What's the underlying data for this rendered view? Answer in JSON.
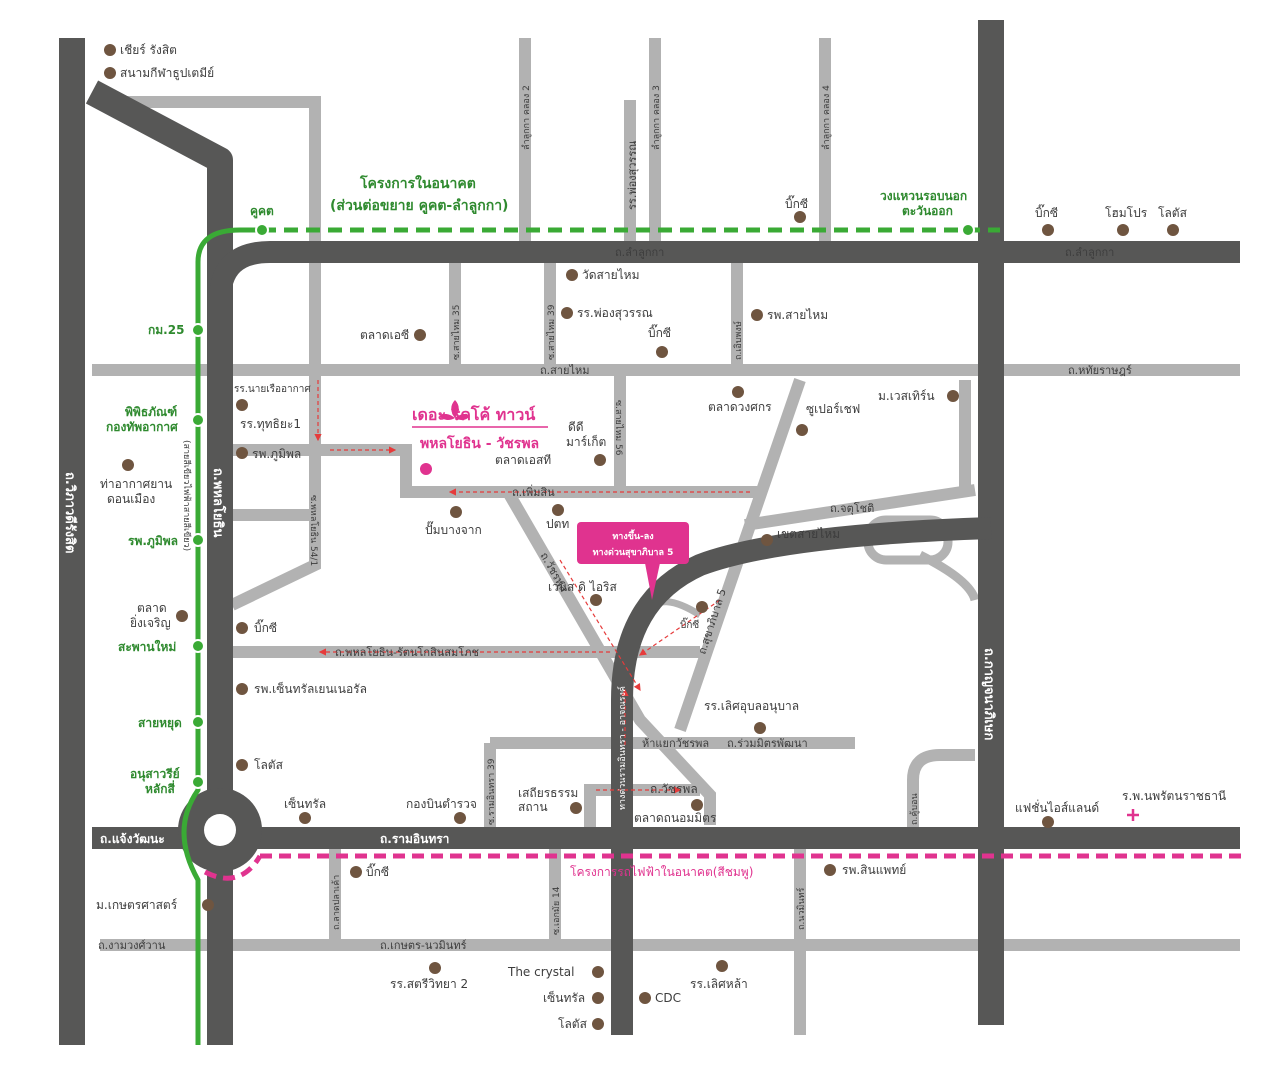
{
  "colors": {
    "highway": "#575756",
    "minor_road": "#b2b2b2",
    "bts_green": "#3aaa35",
    "pink_line": "#e0338f",
    "poi_dot": "#6f5540",
    "direction_arrow": "#e63b3b"
  },
  "project": {
    "name": "เดอะ ริคโค้ ทาวน์",
    "location": "พหลโยธิน - วัชรพล",
    "icon": "flower-logo-icon"
  },
  "green_line": {
    "future_project_title_1": "โครงการในอนาคต",
    "future_project_title_2": "(ส่วนต่อขยาย คูคต-ลำลูกกา)",
    "station_khukhot": "คูคต",
    "east_outer_ring": "วงแหวนรอบนอก\nตะวันออก",
    "east_outer_ring_1": "วงแหวนรอบนอก",
    "east_outer_ring_2": "ตะวันออก",
    "line_label": "(สายสีเขียวไฟฟ้าสายสีเขียว)",
    "stations": [
      "กม.25",
      "พิพิธภัณฑ์\nกองทัพอากาศ",
      "รพ.ภูมิพล",
      "สะพานใหม่",
      "สายหยุด",
      "อนุสาวรีย์\nหลักสี่"
    ],
    "st_km25": "กม.25",
    "st_museum_1": "พิพิธภัณฑ์",
    "st_museum_2": "กองทัพอากาศ",
    "st_bhumibol": "รพ.ภูมิพล",
    "st_saphanmai": "สะพานใหม่",
    "st_saiyud": "สายหยุด",
    "st_monument_1": "อนุสาวรีย์",
    "st_monument_2": "หลักสี่"
  },
  "pink_line": {
    "label": "โครงการรถไฟฟ้าในอนาคต(สีชมพู)"
  },
  "expressway_callout": {
    "line1": "ทางขึ้น-ลง",
    "line2": "ทางด่วนสุขาภิบาล 5"
  },
  "roads": {
    "vibhavadi": "ถ.วิภาวดีรังสิต",
    "phahonyothin": "ถ.พหลโยธิน",
    "kanchanaphisek": "ถ.กาญจนาภิเษก",
    "lamlukka_left": "ถ.ลำลูกกา",
    "lamlukka_right": "ถ.ลำลูกกา",
    "saimai": "ถ.สายไหม",
    "hathairat": "ถ.หทัยราษฎร์",
    "phermsin": "ถ.เพิ่มสิน",
    "watcharapol": "ถ.วัชรพล",
    "sukhaphiban5": "ถ.สุขาภิบาล 5",
    "phahon_ratanakosin": "ถ.พหลโยธิน-รัตนโกสินสมโภช",
    "ramintra": "ถ.รามอินทรา",
    "chaengwattana": "ถ.แจ้งวัฒนะ",
    "ngamwongwan": "ถ.งามวงศ์วาน",
    "kaset_nawamin": "ถ.เกษตร-นวมินทร์",
    "chatuchot": "ถ.จตุโชติ",
    "ruammitr": "ถ.ร่วมมิตรพัฒนา",
    "ram_arjnarong": "ทางด่วนรามอินทรา - อาจณรงค์",
    "khubon": "ถ.คู้บอน",
    "lat_pla_khao": "ถ.ลาดปลาเค้า",
    "nawamin": "ถ.นวมินทร์",
    "soi_ekamai14": "ซ.เอกมัย 14",
    "soi_ramintra39": "ซ.รามอินทรา 39",
    "soi_phahon54_1": "ซ.พหลโยธิน 54/1",
    "soi_saimai35": "ซ.สายไหม 35",
    "soi_saimai39": "ซ.สายไหม 39",
    "soi_saimai56": "ซ.สายไหม 56",
    "soi_oenphong": "ถ.เอิบพงษ์",
    "soi_lamlukka2": "ลำลูกกา คลอง 2",
    "soi_lamlukka3": "ลำลูกกา คลอง 3",
    "soi_lamlukka4": "ลำลูกกา คลอง 4",
    "soi_phongsuwan_v": "รร.พ่องสุวรรณ",
    "watcharapol_junction": "ห้าแยกวัชรพล"
  },
  "pois": {
    "future_rangsit": "เชียร์ รังสิต",
    "rangsit_stadium": "สนามกีฬาธูปเตมีย์",
    "bigc_lamlukka": "บิ๊กซี",
    "bigc_east": "บิ๊กซี",
    "homepro": "โฮมโปร",
    "lotus_east": "โลตัส",
    "wat_saimai": "วัดสายไหม",
    "rr_phongsuwan": "รร.พ่องสุวรรณ",
    "rp_saimai": "รพ.สายไหม",
    "talad_ac": "ตลาดเอซี",
    "bigc_saimai": "บิ๊กซี",
    "m_western": "ม.เวสเทิร์น",
    "talad_duangsakorn": "ตลาดวงศกร",
    "supercheap": "ซูเปอร์เชฟ",
    "didi_market_1": "ดีดี",
    "didi_market_2": "มาร์เก็ต",
    "talad_s": "ตลาดเอสที",
    "rr_naiyruea": "รร.นายเรืออากาศ",
    "rr_thuttiya": "รร.ทุทธิยะ1",
    "rp_bhumibol": "รพ.ภูมิพล",
    "airport_1": "ท่าอากาศยาน",
    "airport_2": "ดอนเมือง",
    "pump_bangjak": "ปั๊มบางจาก",
    "ptt": "ปตท",
    "khet_saimai": "เขตสายไหม",
    "venice": "เวนิส ดิ ไอริส",
    "bigc_suka": "บิ๊กซี",
    "talad_yingcharoen_1": "ตลาด",
    "talad_yingcharoen_2": "ยิ่งเจริญ",
    "bigc_phahon": "บิ๊กซี",
    "rp_central": "รพ.เซ็นทรัลเยนเนอรัล",
    "rr_lert_anuban": "รร.เลิศอุบลอนุบาล",
    "lotus_phahon": "โลตัส",
    "central_ramintra": "เซ็นทรัล",
    "kongbin": "กองบินตำรวจ",
    "satien_1": "เสถียรธรรม",
    "satien_2": "สถาน",
    "watcharapol_cross": "ถ.วัชรพล",
    "talad_nomit": "ตลาดถนอมมิตร",
    "fashion_island": "แฟชั่นไอส์แลนด์",
    "nopparat_hospital": "ร.พ.นพรัตนราชธานี",
    "bigc_ramintra": "บิ๊กซี",
    "rp_sinphaet": "รพ.สินแพทย์",
    "m_kaset": "ม.เกษตรศาสตร์",
    "rr_satri_2": "รร.สตรีวิทยา 2",
    "crystal": "The crystal",
    "central_east": "เซ็นทรัล",
    "lotus_south": "โลตัส",
    "cdc": "CDC",
    "rr_lert_la": "รร.เลิศหล้า"
  }
}
